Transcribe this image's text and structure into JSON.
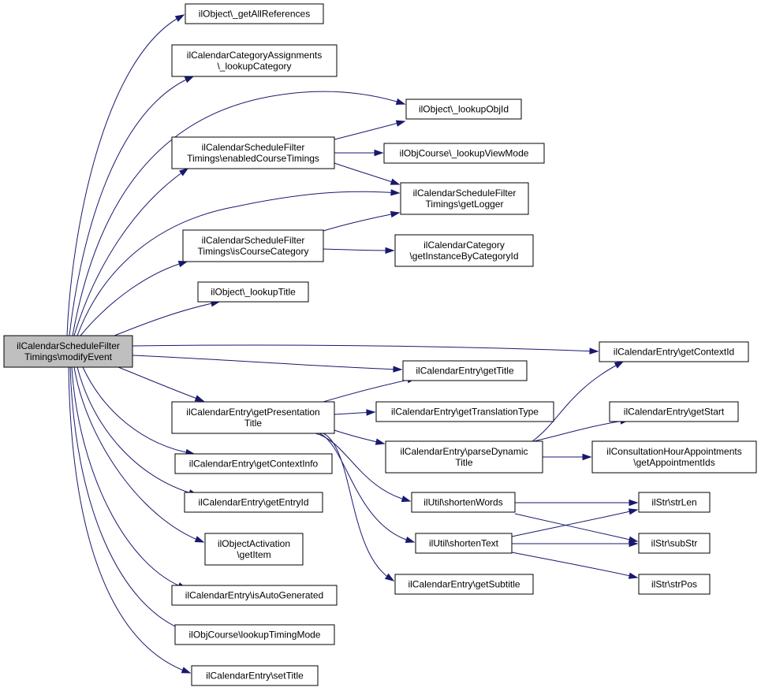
{
  "diagram": {
    "colors": {
      "edge": "#191970",
      "root_fill": "#bfbfbf",
      "node_fill": "#ffffff",
      "border": "#000000"
    },
    "nodes": {
      "root": [
        "ilCalendarScheduleFilter",
        "Timings\\modifyEvent"
      ],
      "getAllReferences": [
        "ilObject\\_getAllReferences"
      ],
      "lookupCategory": [
        "ilCalendarCategoryAssignments",
        "\\_lookupCategory"
      ],
      "enabledCourseTimings": [
        "ilCalendarScheduleFilter",
        "Timings\\enabledCourseTimings"
      ],
      "isCourseCategory": [
        "ilCalendarScheduleFilter",
        "Timings\\isCourseCategory"
      ],
      "lookupTitle": [
        "ilObject\\_lookupTitle"
      ],
      "lookupObjId": [
        "ilObject\\_lookupObjId"
      ],
      "lookupViewMode": [
        "ilObjCourse\\_lookupViewMode"
      ],
      "getLogger": [
        "ilCalendarScheduleFilter",
        "Timings\\getLogger"
      ],
      "getInstanceByCategoryId": [
        "ilCalendarCategory",
        "\\getInstanceByCategoryId"
      ],
      "getContextId": [
        "ilCalendarEntry\\getContextId"
      ],
      "getTitle": [
        "ilCalendarEntry\\getTitle"
      ],
      "getPresentationTitle": [
        "ilCalendarEntry\\getPresentation",
        "Title"
      ],
      "getTranslationType": [
        "ilCalendarEntry\\getTranslationType"
      ],
      "parseDynamicTitle": [
        "ilCalendarEntry\\parseDynamic",
        "Title"
      ],
      "getStart": [
        "ilCalendarEntry\\getStart"
      ],
      "getAppointmentIds": [
        "ilConsultationHourAppointments",
        "\\getAppointmentIds"
      ],
      "shortenWords": [
        "ilUtil\\shortenWords"
      ],
      "shortenText": [
        "ilUtil\\shortenText"
      ],
      "getSubtitle": [
        "ilCalendarEntry\\getSubtitle"
      ],
      "strLen": [
        "ilStr\\strLen"
      ],
      "subStr": [
        "ilStr\\subStr"
      ],
      "strPos": [
        "ilStr\\strPos"
      ],
      "getContextInfo": [
        "ilCalendarEntry\\getContextInfo"
      ],
      "getEntryId": [
        "ilCalendarEntry\\getEntryId"
      ],
      "getItem": [
        "ilObjectActivation",
        "\\getItem"
      ],
      "isAutoGenerated": [
        "ilCalendarEntry\\isAutoGenerated"
      ],
      "lookupTimingMode": [
        "ilObjCourse\\lookupTimingMode"
      ],
      "setTitle": [
        "ilCalendarEntry\\setTitle"
      ]
    },
    "edges": [
      [
        "root",
        "getAllReferences"
      ],
      [
        "root",
        "lookupCategory"
      ],
      [
        "root",
        "lookupObjId"
      ],
      [
        "root",
        "enabledCourseTimings"
      ],
      [
        "root",
        "getLogger"
      ],
      [
        "root",
        "isCourseCategory"
      ],
      [
        "root",
        "lookupTitle"
      ],
      [
        "root",
        "getContextId"
      ],
      [
        "root",
        "getTitle"
      ],
      [
        "root",
        "getPresentationTitle"
      ],
      [
        "root",
        "getContextInfo"
      ],
      [
        "root",
        "getEntryId"
      ],
      [
        "root",
        "getItem"
      ],
      [
        "root",
        "isAutoGenerated"
      ],
      [
        "root",
        "lookupTimingMode"
      ],
      [
        "root",
        "setTitle"
      ],
      [
        "enabledCourseTimings",
        "lookupObjId"
      ],
      [
        "enabledCourseTimings",
        "lookupViewMode"
      ],
      [
        "enabledCourseTimings",
        "getLogger"
      ],
      [
        "isCourseCategory",
        "getLogger"
      ],
      [
        "isCourseCategory",
        "getInstanceByCategoryId"
      ],
      [
        "getPresentationTitle",
        "getTitle"
      ],
      [
        "getPresentationTitle",
        "getTranslationType"
      ],
      [
        "getPresentationTitle",
        "parseDynamicTitle"
      ],
      [
        "getPresentationTitle",
        "shortenWords"
      ],
      [
        "getPresentationTitle",
        "shortenText"
      ],
      [
        "getPresentationTitle",
        "getSubtitle"
      ],
      [
        "parseDynamicTitle",
        "getContextId"
      ],
      [
        "parseDynamicTitle",
        "getStart"
      ],
      [
        "parseDynamicTitle",
        "getAppointmentIds"
      ],
      [
        "shortenWords",
        "strLen"
      ],
      [
        "shortenWords",
        "subStr"
      ],
      [
        "shortenText",
        "strLen"
      ],
      [
        "shortenText",
        "subStr"
      ],
      [
        "shortenText",
        "strPos"
      ]
    ]
  }
}
